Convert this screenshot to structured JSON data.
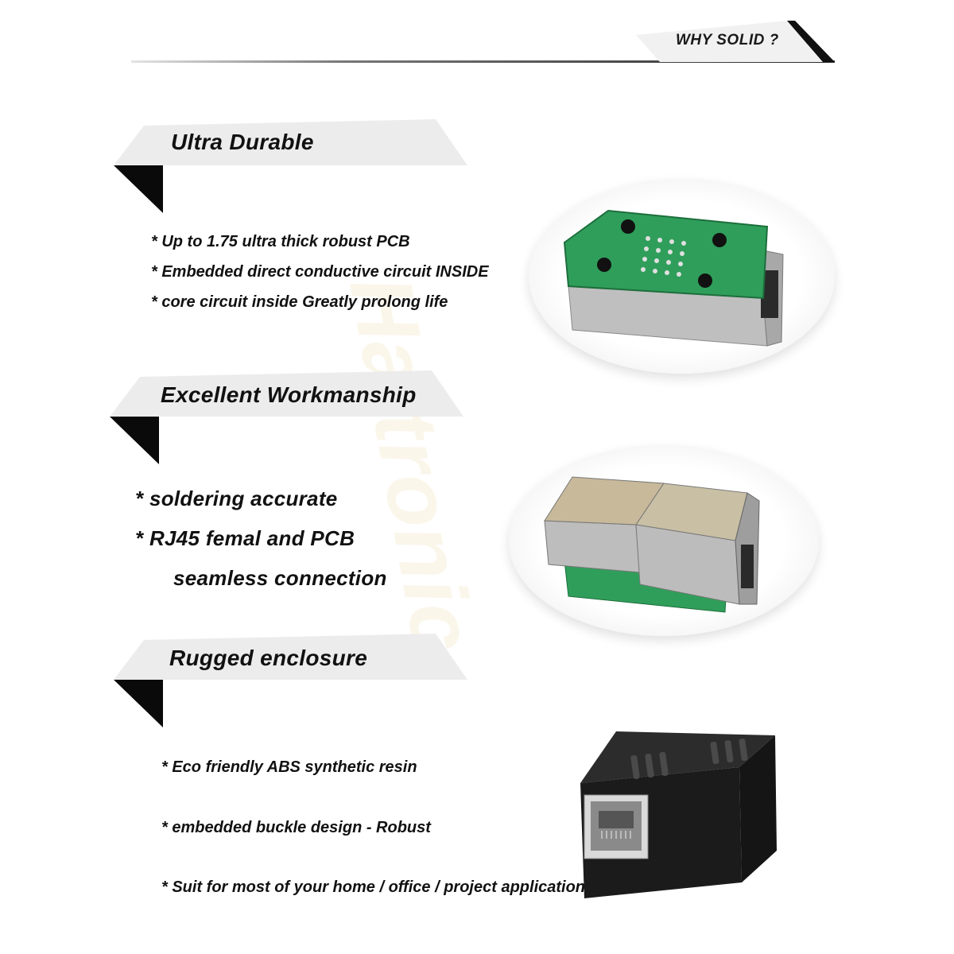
{
  "header": {
    "title": "WHY SOLID ?"
  },
  "sections": [
    {
      "title": "Ultra Durable",
      "bullets": [
        "* Up to 1.75 ultra thick robust PCB",
        "* Embedded direct conductive circuit INSIDE",
        "* core circuit inside Greatly prolong life"
      ],
      "image_icon": "green-pcb-rj45-coupler-icon"
    },
    {
      "title": "Excellent Workmanship",
      "bullets": [
        "* soldering accurate",
        "* RJ45 femal and PCB",
        "seamless connection"
      ],
      "image_icon": "metal-shielded-rj45-coupler-icon"
    },
    {
      "title": "Rugged enclosure",
      "bullets": [
        "* Eco friendly ABS synthetic resin",
        "* embedded buckle design - Robust",
        "* Suit for most of your home / office / project application"
      ],
      "image_icon": "black-abs-rj45-coupler-icon"
    }
  ],
  "watermark": {
    "text": "Haitronic"
  },
  "colors": {
    "banner_gray": "#ececec",
    "banner_black": "#0a0a0a",
    "pcb_green": "#2f9e5a",
    "metal": "#c9c9c9",
    "enclosure": "#1b1b1b"
  }
}
